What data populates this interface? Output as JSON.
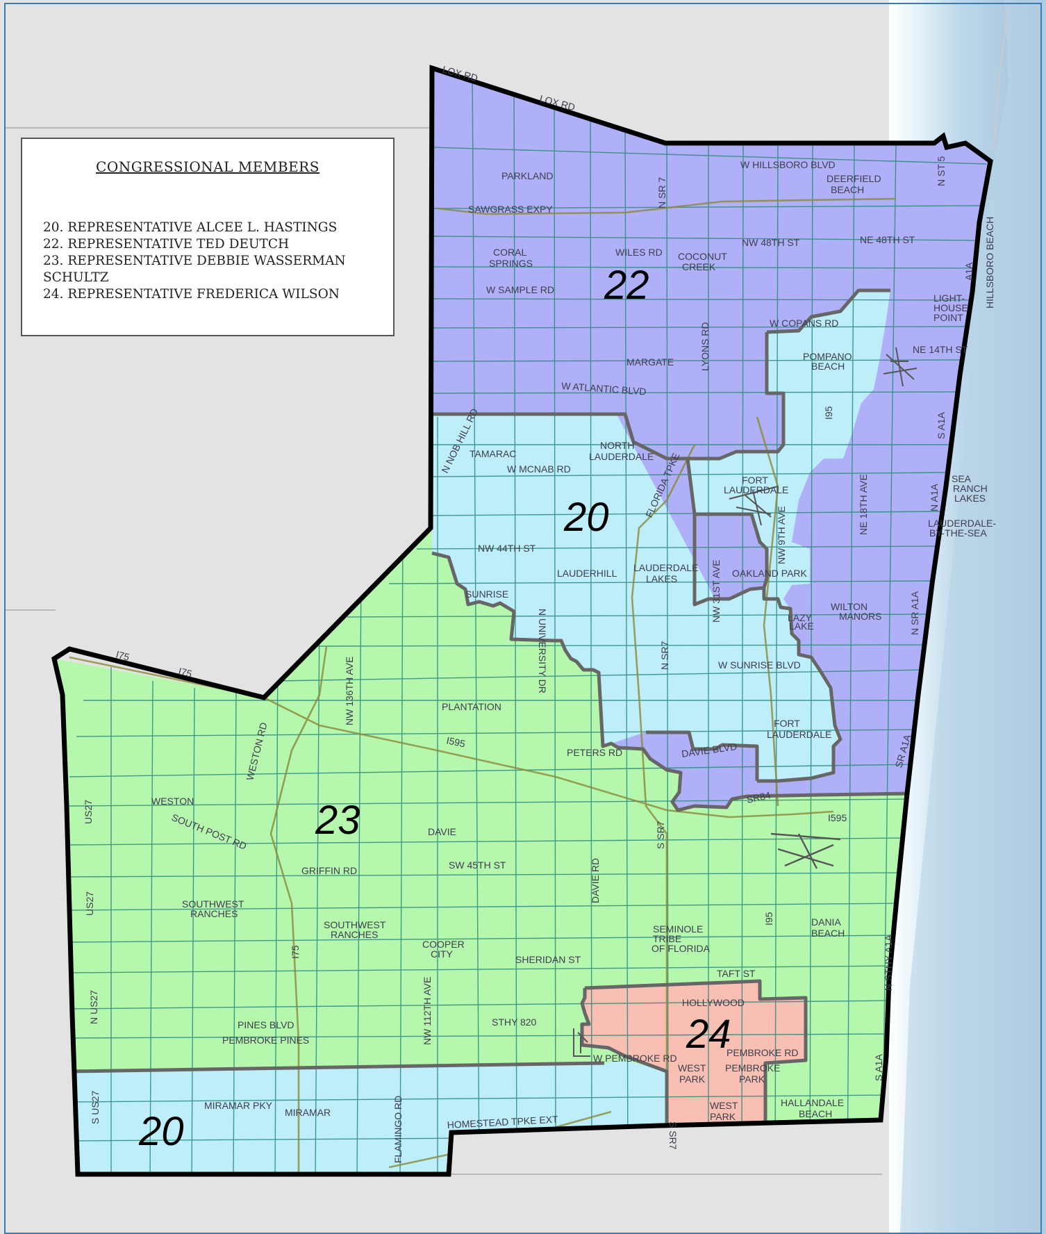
{
  "legend": {
    "title": "CONGRESSIONAL MEMBERS",
    "members": [
      "20. REPRESENTATIVE ALCEE L. HASTINGS",
      "22. REPRESENTATIVE TED DEUTCH",
      "23. REPRESENTATIVE DEBBIE WASSERMAN SCHULTZ",
      "24. REPRESENTATIVE FREDERICA WILSON"
    ]
  },
  "districts": {
    "d22": "22",
    "d20_north": "20",
    "d23": "23",
    "d24": "24",
    "d20_south": "20"
  },
  "colors": {
    "district_20": "#bdeefa",
    "district_22": "#b0b0f8",
    "district_23": "#b6f7ae",
    "district_24": "#f8bfb2",
    "outside": "#e3e3e3",
    "ocean": "#b7d3e6",
    "road": "#2a8a7a"
  },
  "labels": {
    "lox1": "LOX RD",
    "lox2": "LOX RD",
    "parkland": "PARKLAND",
    "nsr7a": "N SR 7",
    "hillsboro": "W HILLSBORO BLVD",
    "deerfield1": "DEERFIELD",
    "deerfield2": "BEACH",
    "sawgrass": "SAWGRASS EXPY",
    "nw48": "NW 48TH ST",
    "ne48": "NE 48TH ST",
    "coral1": "CORAL",
    "coral2": "SPRINGS",
    "wiles": "WILES RD",
    "coco1": "COCONUT",
    "coco2": "CREEK",
    "sample": "W SAMPLE RD",
    "lh1": "LIGHT-",
    "lh2": "HOUSE",
    "lh3": "POINT",
    "a1a1": "A1A",
    "hillsbeach": "HILLSBORO BEACH",
    "copans": "W COPANS RD",
    "lyons": "LYONS RD",
    "pomp1": "POMPANO",
    "pomp2": "BEACH",
    "ne14": "NE 14TH ST",
    "margate": "MARGATE",
    "atlantic": "W ATLANTIC BLVD",
    "i95a": "I95",
    "sa1a1": "S A1A",
    "nobhill": "N NOB HILL RD",
    "tamarac": "TAMARAC",
    "nl1": "NORTH",
    "nl2": "LAUDERDALE",
    "mcnab": "W MCNAB RD",
    "tpke": "FLORIDA TPKE",
    "fl1": "FORT",
    "fl2": "LAUDERDALE",
    "ne18": "NE 18TH AVE",
    "na1a": "N A1A",
    "sea1": "SEA",
    "sea2": "RANCH",
    "sea3": "LAKES",
    "lbs1": "LAUDERDALE-",
    "lbs2": "BY-THE-SEA",
    "nw9": "NW 9TH AVE",
    "nw44": "NW 44TH ST",
    "lhill": "LAUDERHILL",
    "ll1": "LAUDERDALE",
    "ll2": "LAKES",
    "nw31": "NW 31ST AVE",
    "oakland": "OAKLAND PARK",
    "sunrise": "SUNRISE",
    "univ": "N UNIVERSITY DR",
    "wm1": "WILTON",
    "wm2": "MANORS",
    "lazy1": "LAZY",
    "lazy2": "LAKE",
    "nsra1a": "N SR A1A",
    "nsr7b": "N SR7",
    "sunriseblvd": "W SUNRISE BLVD",
    "i75a": "I75",
    "i75b": "I75",
    "nw136": "NW 136TH AVE",
    "plantation": "PLANTATION",
    "fl3": "FORT",
    "fl4": "LAUDERDALE",
    "i595a": "I595",
    "peters": "PETERS RD",
    "davieblvd": "DAVIE BLVD",
    "sra1a": "SR A1A",
    "weston": "WESTON",
    "westonrd": "WESTON RD",
    "us27a": "US27",
    "southpost": "SOUTH POST RD",
    "sr84": "SR84",
    "i595b": "I595",
    "davie": "DAVIE",
    "ssr7a": "S SR7",
    "griffin": "GRIFFIN RD",
    "sw45": "SW 45TH ST",
    "davierd": "DAVIE RD",
    "us27b": "US27",
    "swr1": "SOUTHWEST",
    "swr2": "RANCHES",
    "swr3": "SOUTHWEST",
    "swr4": "RANCHES",
    "i75c": "I75",
    "i95b": "I95",
    "dania1": "DANIA",
    "dania2": "BEACH",
    "sem1": "SEMINOLE",
    "sem2": "TRIBE",
    "sem3": "OF FLORIDA",
    "cooper1": "COOPER",
    "cooper2": "CITY",
    "nw112": "NW 112TH AVE",
    "sheridan": "SHERIDAN ST",
    "nsthy": "N STHY A1A",
    "taft": "TAFT ST",
    "nus27": "N US27",
    "hollywood": "HOLLYWOOD",
    "sthy820": "STHY 820",
    "pinesblvd": "PINES BLVD",
    "pembpines": "PEMBROKE PINES",
    "wpembroke": "W PEMBROKE RD",
    "pembrd": "PEMBROKE RD",
    "wp1": "WEST",
    "wp2": "PARK",
    "pp1": "PEMBROKE",
    "pp2": "PARK",
    "sa1a2": "S A1A",
    "sus27": "S US27",
    "miramarpky": "MIRAMAR PKY",
    "miramar": "MIRAMAR",
    "flamingo": "FLAMINGO RD",
    "homestead": "HOMESTEAD TPKE EXT",
    "ssr7b": "S SR7",
    "wp3": "WEST",
    "wp4": "PARK",
    "hal1": "HALLANDALE",
    "hal2": "BEACH",
    "nstyfive": "N ST 5"
  }
}
